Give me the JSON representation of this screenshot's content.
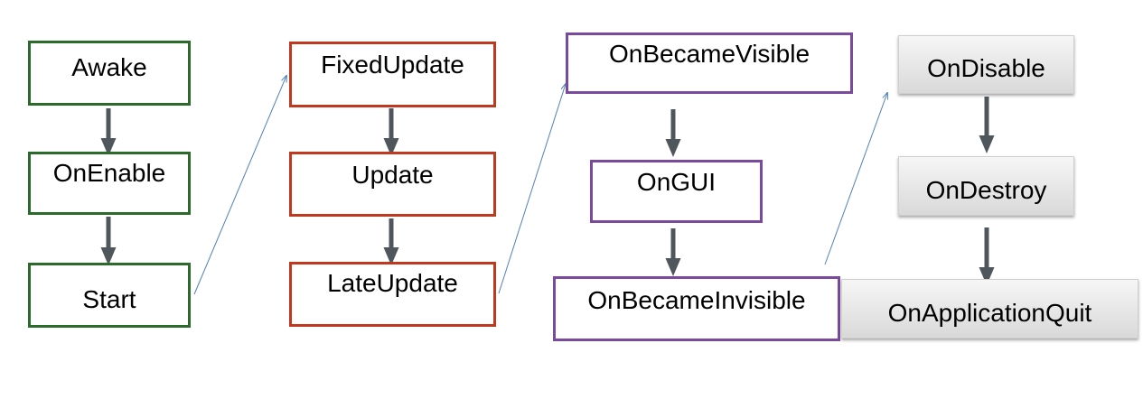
{
  "nodes": {
    "awake": "Awake",
    "on_enable": "OnEnable",
    "start": "Start",
    "fixed_update": "FixedUpdate",
    "update": "Update",
    "late_update": "LateUpdate",
    "on_became_visible": "OnBecameVisible",
    "on_gui": "OnGUI",
    "on_became_invisible": "OnBecameInvisible",
    "on_disable": "OnDisable",
    "on_destroy": "OnDestroy",
    "on_application_quit": "OnApplicationQuit"
  },
  "colors": {
    "init_border": "#2a6a2a",
    "update_border": "#c0391e",
    "render_border": "#7a4a9e",
    "teardown_fill": "#e3e3e3",
    "arrow": "#4f565c",
    "link": "#4f81bd"
  }
}
